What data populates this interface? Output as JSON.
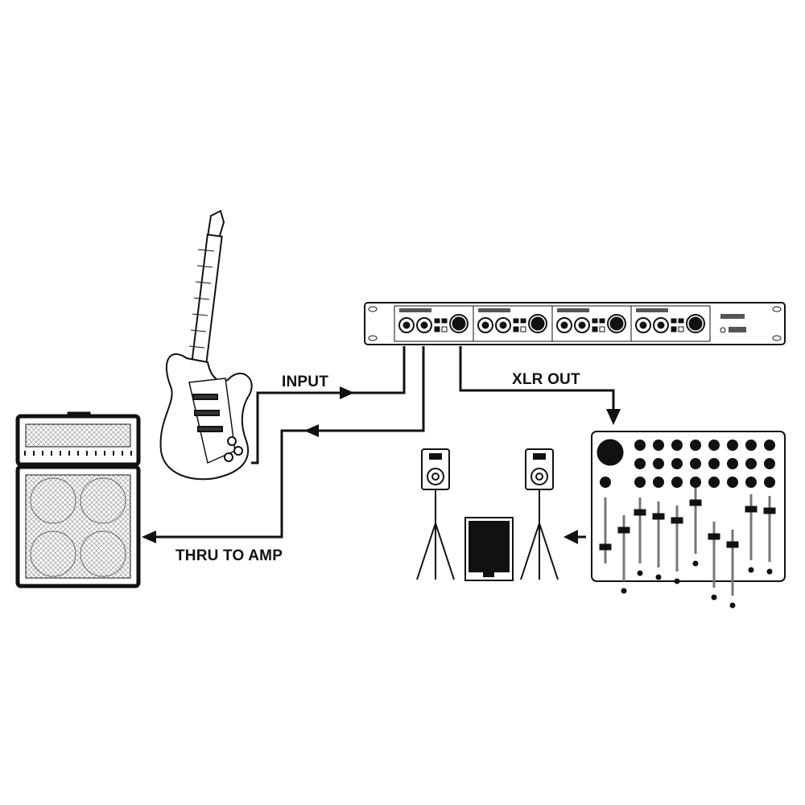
{
  "labels": {
    "input": "INPUT",
    "xlr_out": "XLR OUT",
    "thru_to_amp": "THRU TO AMP"
  },
  "devices": [
    "electric-guitar",
    "di-box-rack",
    "guitar-amp-stack",
    "mixer",
    "pa-speakers",
    "subwoofer"
  ],
  "colors": {
    "line": "#111111",
    "background": "#ffffff"
  }
}
